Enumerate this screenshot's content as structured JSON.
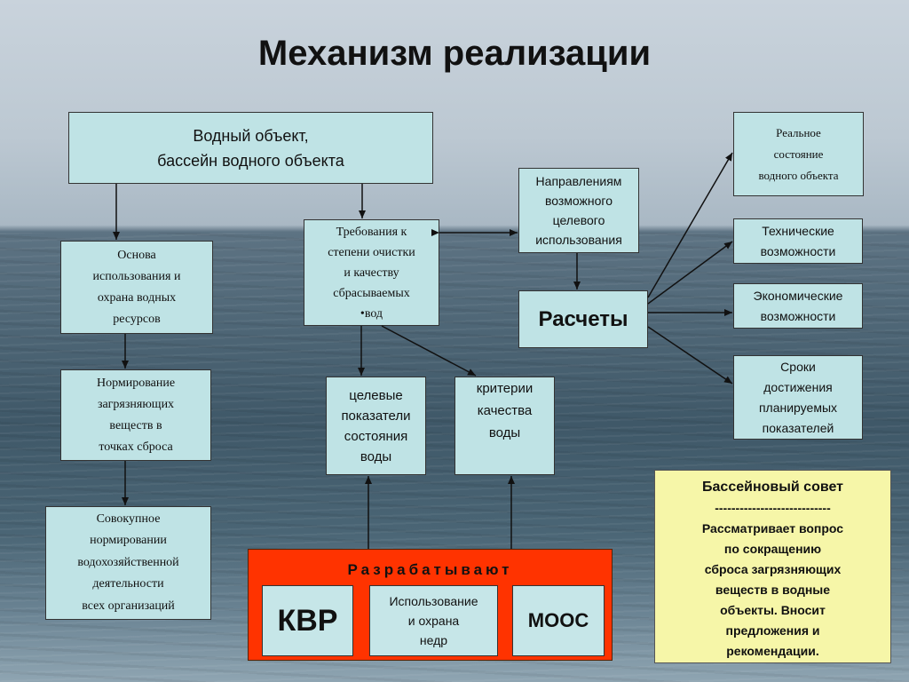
{
  "title": "Механизм реализации",
  "boxes": {
    "vodny_obekt": [
      "Водный объект,",
      "бассейн водного объекта"
    ],
    "osnova": [
      "Основа",
      "использования и",
      "охрана водных",
      "ресурсов"
    ],
    "normirovanie": [
      "Нормирование",
      "загрязняющих",
      "веществ в",
      "точках сброса"
    ],
    "sovokupnoe": [
      "Совокупное",
      "нормировании",
      "водохозяйственной",
      "деятельности",
      "всех организаций"
    ],
    "trebovaniya": [
      "Требования к",
      "степени очистки",
      "и качеству",
      "сбрасываемых",
      "•вод"
    ],
    "napravleniyam": [
      "Направлениям",
      "возможного",
      "целевого",
      "использования"
    ],
    "raschety": "Расчеты",
    "celevye": [
      "целевые",
      "показатели",
      "состояния",
      "воды"
    ],
    "kriterii": [
      "критерии",
      "качества",
      "воды"
    ],
    "realnoe": [
      "Реальное",
      "состояние",
      "водного объекта"
    ],
    "tehnicheskie": [
      "Технические",
      "возможности"
    ],
    "ekonomicheskie": [
      "Экономические",
      "возможности"
    ],
    "sroki": [
      "Сроки",
      "достижения",
      "планируемых",
      "показателей"
    ]
  },
  "red_panel": {
    "caption": "Разрабатывают",
    "kvr": "КВР",
    "nedra": [
      "Использование",
      "и охрана",
      "недр"
    ],
    "moos": "МООС"
  },
  "sovet": {
    "heading": "Бассейновый совет",
    "divider": "----------------------------",
    "body": [
      "Рассматривает вопрос",
      "по сокращению",
      "сброса загрязняющих",
      "веществ в водные",
      "объекты. Вносит",
      "предложения и",
      "рекомендации."
    ]
  }
}
